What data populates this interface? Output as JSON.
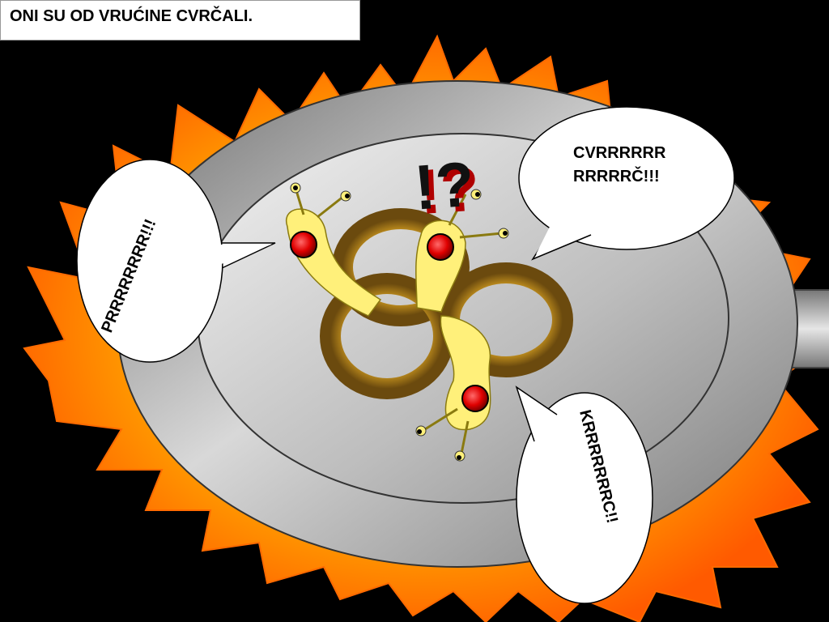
{
  "caption": "ONI SU OD VRUĆINE CVRČALI.",
  "bubbles": {
    "left": "PRRRRRRRR!!!",
    "top_right_line1": "CVRRRRRR",
    "top_right_line2": "RRRRRČ!!!",
    "bottom_right": "KRRRRRRRC!!"
  },
  "exclamation": "!?",
  "colors": {
    "background": "#000000",
    "flame_orange": "#ff8a00",
    "flame_yellow": "#ffc400",
    "pan_gray": "#9a9a9a",
    "snail_yellow": "#fff07a",
    "eye_red": "#e00000",
    "onion_brown": "#a0721a"
  }
}
